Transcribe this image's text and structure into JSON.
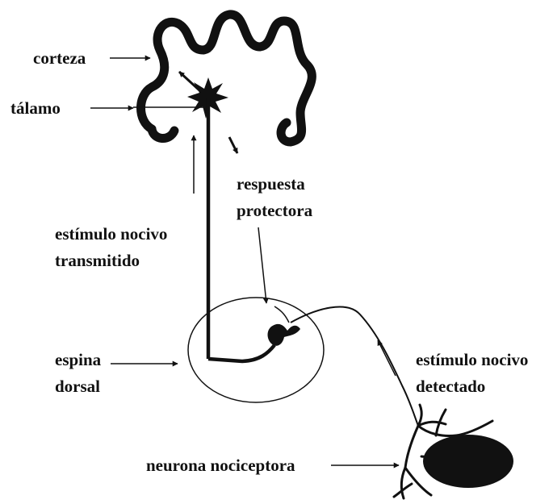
{
  "labels": {
    "cortex": "corteza",
    "thalamus": "tálamo",
    "protective_response_line1": "respuesta",
    "protective_response_line2": "protectora",
    "transmitted_line1": "estímulo nocivo",
    "transmitted_line2": "transmitido",
    "spinal_line1": "espina",
    "spinal_line2": "dorsal",
    "detected_line1": "estímulo nocivo",
    "detected_line2": "detectado",
    "neuron": "neurona nociceptora"
  },
  "colors": {
    "ink": "#111111",
    "background": "#ffffff"
  }
}
